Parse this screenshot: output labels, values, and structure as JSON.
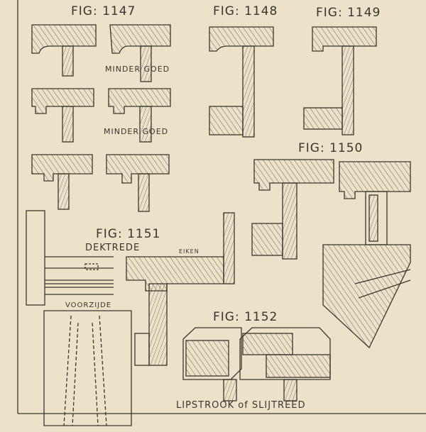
{
  "figures": {
    "fig1147": {
      "label": "FIG: 1147",
      "note_1": "MINDER GOED",
      "note_2": "MINDER GOED"
    },
    "fig1148": {
      "label": "FIG: 1148"
    },
    "fig1149": {
      "label": "FIG: 1149"
    },
    "fig1150": {
      "label": "FIG: 1150"
    },
    "fig1151": {
      "label": "FIG: 1151",
      "title": "DEKTREDE",
      "material": "EIKEN",
      "view": "VOORZIJDE"
    },
    "fig1152": {
      "label": "FIG: 1152",
      "caption": "LIPSTROOK of SLIJTREED"
    }
  },
  "colors": {
    "paper": "#ece2c9",
    "ink": "#3b352d"
  }
}
